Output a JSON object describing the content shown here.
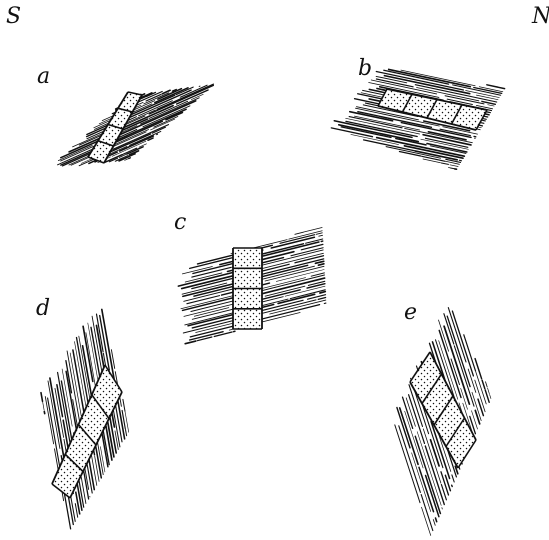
{
  "directions": {
    "south": "S",
    "north": "N"
  },
  "panels": [
    {
      "id": "a",
      "label": "a"
    },
    {
      "id": "b",
      "label": "b"
    },
    {
      "id": "c",
      "label": "c"
    },
    {
      "id": "d",
      "label": "d"
    },
    {
      "id": "e",
      "label": "e"
    }
  ],
  "colors": {
    "ink": "#111111",
    "paper": "#ffffff"
  }
}
